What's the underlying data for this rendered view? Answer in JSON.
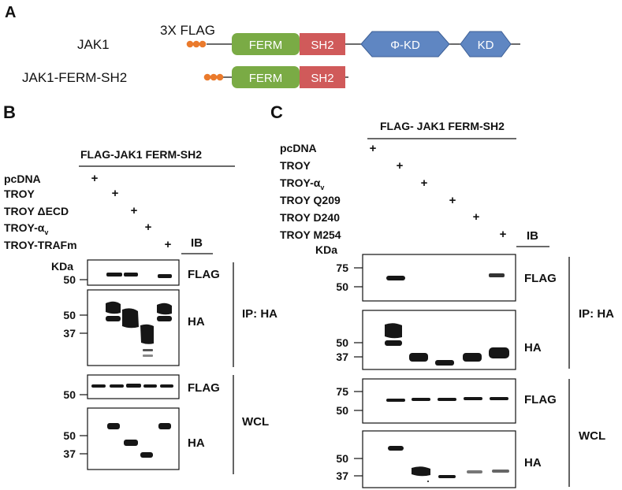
{
  "panel_a": {
    "letter": "A",
    "tag_label": "3X FLAG",
    "constructs": [
      "JAK1",
      "JAK1-FERM-SH2"
    ],
    "domains": {
      "ferm": "FERM",
      "sh2": "SH2",
      "pkd": "Φ-KD",
      "kd": "KD"
    },
    "colors": {
      "ferm": "#7aab45",
      "sh2": "#d05a5a",
      "kinase": "#5f86c2",
      "tag": "#ea7a2c"
    }
  },
  "panel_b": {
    "letter": "B",
    "header": "FLAG-JAK1 FERM-SH2",
    "conditions": [
      "pcDNA",
      "TROY",
      "TROY ΔECD",
      "TROY-α",
      "TROY-TRAFm"
    ],
    "sub_v": "v",
    "plus": "+",
    "ib": "IB",
    "kda": "KDa",
    "ip": "IP: HA",
    "wcl": "WCL",
    "blots": [
      {
        "label": "FLAG",
        "markers": [
          "50"
        ]
      },
      {
        "label": "HA",
        "markers": [
          "50",
          "37"
        ]
      },
      {
        "label": "FLAG",
        "markers": [
          "50"
        ]
      },
      {
        "label": "HA",
        "markers": [
          "50",
          "37"
        ]
      }
    ]
  },
  "panel_c": {
    "letter": "C",
    "header": "FLAG- JAK1 FERM-SH2",
    "conditions": [
      "pcDNA",
      "TROY",
      "TROY-α",
      "TROY Q209",
      "TROY D240",
      "TROY M254"
    ],
    "sub_v": "v",
    "plus": "+",
    "ib": "IB",
    "kda": "KDa",
    "ip": "IP: HA",
    "wcl": "WCL",
    "blots": [
      {
        "label": "FLAG",
        "markers": [
          "75",
          "50"
        ]
      },
      {
        "label": "HA",
        "markers": [
          "50",
          "37"
        ]
      },
      {
        "label": "FLAG",
        "markers": [
          "75",
          "50"
        ]
      },
      {
        "label": "HA",
        "markers": [
          "50",
          "37"
        ]
      }
    ]
  }
}
